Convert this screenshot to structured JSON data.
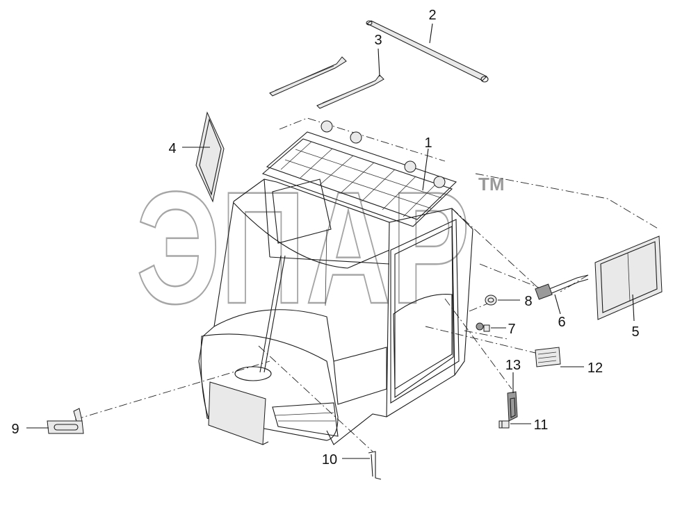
{
  "watermark": {
    "text": "ЭПАР",
    "tm": "TM"
  },
  "corner_mark": "",
  "callouts": [
    {
      "id": "c1",
      "label": "1"
    },
    {
      "id": "c2",
      "label": "2"
    },
    {
      "id": "c3",
      "label": "3"
    },
    {
      "id": "c4",
      "label": "4"
    },
    {
      "id": "c5",
      "label": "5"
    },
    {
      "id": "c6",
      "label": "6"
    },
    {
      "id": "c7",
      "label": "7"
    },
    {
      "id": "c8",
      "label": "8"
    },
    {
      "id": "c9",
      "label": "9"
    },
    {
      "id": "c10",
      "label": "10"
    },
    {
      "id": "c11",
      "label": "11"
    },
    {
      "id": "c12",
      "label": "12"
    },
    {
      "id": "c13",
      "label": "13"
    }
  ]
}
